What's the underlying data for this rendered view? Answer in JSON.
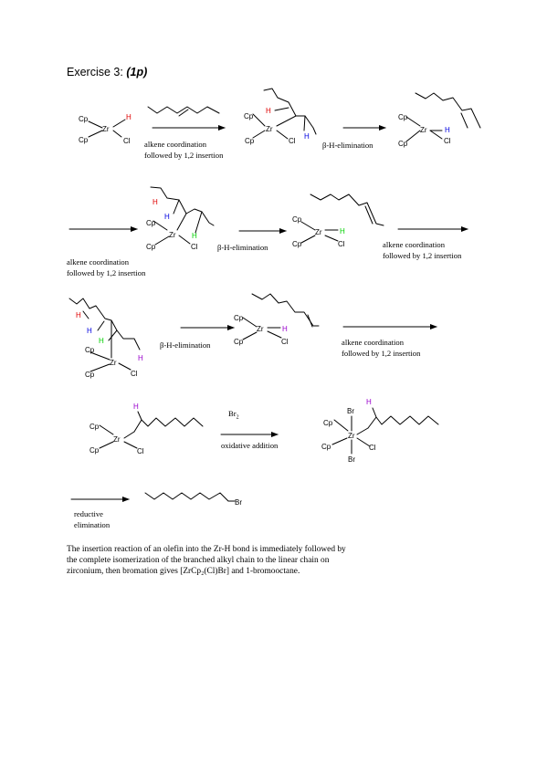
{
  "header": {
    "exercise": "Exercise 3:",
    "points": "(1p)"
  },
  "steps": {
    "alkene_coordination_1": "alkene coordination",
    "followed_by_1": "followed by 1,2 insertion",
    "beta_elim_1": "β-H-elimination",
    "alkene_coordination_2": "alkene coordination",
    "followed_by_2": "followed by 1,2 insertion",
    "beta_elim_2": "β-H-elimination",
    "alkene_coordination_3": "alkene coordination",
    "followed_by_3": "followed by 1,2 insertion",
    "beta_elim_3": "β-H-elimination",
    "alkene_coordination_4": "alkene coordination",
    "followed_by_4": "followed by 1,2 insertion",
    "br2": "Br",
    "br2_sub": "2",
    "oxidative_addition": "oxidative addition",
    "reductive": "reductive",
    "elimination": "elimination"
  },
  "atoms": {
    "cp": "Cp",
    "zr": "Zr",
    "h": "H",
    "cl": "Cl",
    "br": "Br"
  },
  "colors": {
    "red": "#e00000",
    "blue": "#0000e0",
    "green": "#00d000",
    "purple": "#9900cc"
  },
  "paragraph": {
    "line1": "The insertion reaction of an olefin into the Zr-H bond is immediately followed by",
    "line2": "the complete isomerization of the branched alkyl chain to the linear chain on",
    "line3": "zirconium, then bromation gives [ZrCp₂(Cl)Br] and 1-bromooctane."
  }
}
